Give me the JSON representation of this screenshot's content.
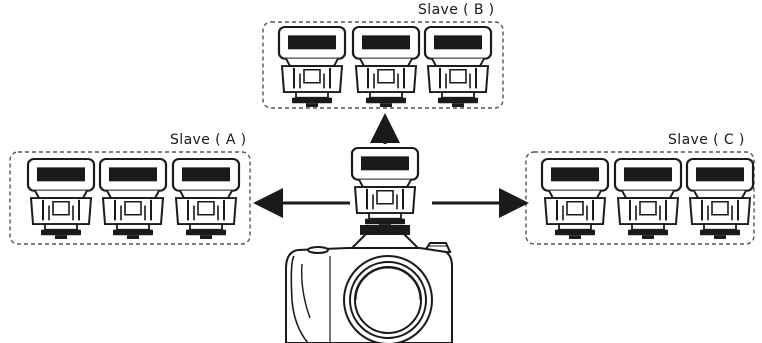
{
  "groups": {
    "slave_a": {
      "label": "Slave ( A )"
    },
    "slave_b": {
      "label": "Slave ( B )"
    },
    "slave_c": {
      "label": "Slave ( C )"
    }
  },
  "colors": {
    "ink": "#1a1a1a",
    "box": "#555555",
    "paper": "#ffffff"
  }
}
